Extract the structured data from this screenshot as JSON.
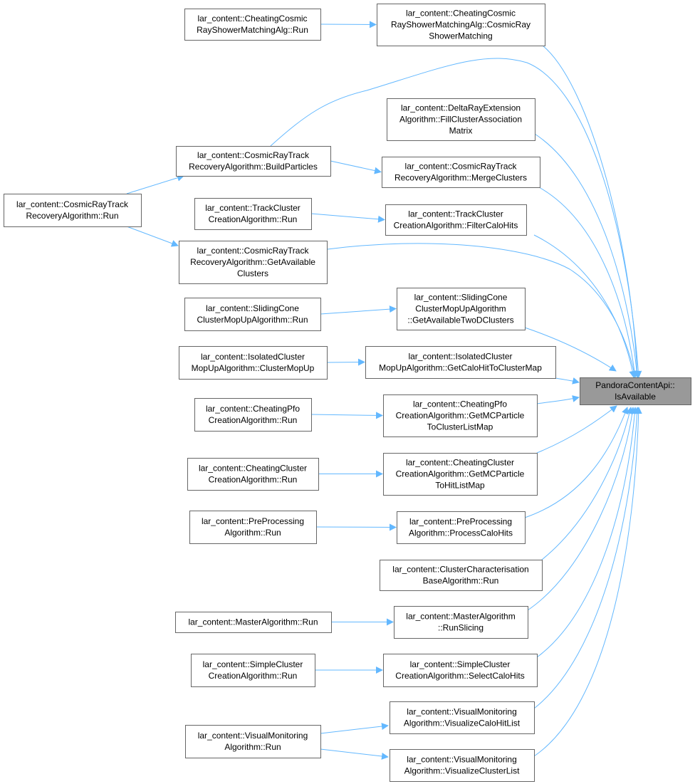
{
  "graph": {
    "colors": {
      "edge": "#63b8ff",
      "node_border": "#666666",
      "node_fill": "#ffffff",
      "target_fill": "#999999",
      "text": "#000000"
    },
    "nodes": [
      {
        "id": "target",
        "lines": [
          "PandoraContentApi::",
          "IsAvailable"
        ],
        "highlight": true
      },
      {
        "id": "cheatCosmicMatching",
        "lines": [
          "lar_content::CheatingCosmic",
          "RayShowerMatchingAlg::CosmicRay",
          "ShowerMatching"
        ]
      },
      {
        "id": "cheatCosmicRun",
        "lines": [
          "lar_content::CheatingCosmic",
          "RayShowerMatchingAlg::Run"
        ]
      },
      {
        "id": "deltaRay",
        "lines": [
          "lar_content::DeltaRayExtension",
          "Algorithm::FillClusterAssociation",
          "Matrix"
        ]
      },
      {
        "id": "crBuild",
        "lines": [
          "lar_content::CosmicRayTrack",
          "RecoveryAlgorithm::BuildParticles"
        ]
      },
      {
        "id": "crMerge",
        "lines": [
          "lar_content::CosmicRayTrack",
          "RecoveryAlgorithm::MergeClusters"
        ]
      },
      {
        "id": "crRun",
        "lines": [
          "lar_content::CosmicRayTrack",
          "RecoveryAlgorithm::Run"
        ]
      },
      {
        "id": "tcRun",
        "lines": [
          "lar_content::TrackCluster",
          "CreationAlgorithm::Run"
        ]
      },
      {
        "id": "tcFilter",
        "lines": [
          "lar_content::TrackCluster",
          "CreationAlgorithm::FilterCaloHits"
        ]
      },
      {
        "id": "crGetAvail",
        "lines": [
          "lar_content::CosmicRayTrack",
          "RecoveryAlgorithm::GetAvailable",
          "Clusters"
        ]
      },
      {
        "id": "scRun",
        "lines": [
          "lar_content::SlidingCone",
          "ClusterMopUpAlgorithm::Run"
        ]
      },
      {
        "id": "scGet",
        "lines": [
          "lar_content::SlidingCone",
          "ClusterMopUpAlgorithm",
          "::GetAvailableTwoDClusters"
        ]
      },
      {
        "id": "icMop",
        "lines": [
          "lar_content::IsolatedCluster",
          "MopUpAlgorithm::ClusterMopUp"
        ]
      },
      {
        "id": "icGet",
        "lines": [
          "lar_content::IsolatedCluster",
          "MopUpAlgorithm::GetCaloHitToClusterMap"
        ]
      },
      {
        "id": "cpRun",
        "lines": [
          "lar_content::CheatingPfo",
          "CreationAlgorithm::Run"
        ]
      },
      {
        "id": "cpGet",
        "lines": [
          "lar_content::CheatingPfo",
          "CreationAlgorithm::GetMCParticle",
          "ToClusterListMap"
        ]
      },
      {
        "id": "ccRun",
        "lines": [
          "lar_content::CheatingCluster",
          "CreationAlgorithm::Run"
        ]
      },
      {
        "id": "ccGet",
        "lines": [
          "lar_content::CheatingCluster",
          "CreationAlgorithm::GetMCParticle",
          "ToHitListMap"
        ]
      },
      {
        "id": "ppRun",
        "lines": [
          "lar_content::PreProcessing",
          "Algorithm::Run"
        ]
      },
      {
        "id": "ppProc",
        "lines": [
          "lar_content::PreProcessing",
          "Algorithm::ProcessCaloHits"
        ]
      },
      {
        "id": "ccbRun",
        "lines": [
          "lar_content::ClusterCharacterisation",
          "BaseAlgorithm::Run"
        ]
      },
      {
        "id": "maRun",
        "lines": [
          "lar_content::MasterAlgorithm::Run"
        ]
      },
      {
        "id": "maSlice",
        "lines": [
          "lar_content::MasterAlgorithm",
          "::RunSlicing"
        ]
      },
      {
        "id": "sccRun",
        "lines": [
          "lar_content::SimpleCluster",
          "CreationAlgorithm::Run"
        ]
      },
      {
        "id": "sccSel",
        "lines": [
          "lar_content::SimpleCluster",
          "CreationAlgorithm::SelectCaloHits"
        ]
      },
      {
        "id": "vmRun",
        "lines": [
          "lar_content::VisualMonitoring",
          "Algorithm::Run"
        ]
      },
      {
        "id": "vmHit",
        "lines": [
          "lar_content::VisualMonitoring",
          "Algorithm::VisualizeCaloHitList"
        ]
      },
      {
        "id": "vmClu",
        "lines": [
          "lar_content::VisualMonitoring",
          "Algorithm::VisualizeClusterList"
        ]
      }
    ],
    "edges": [
      {
        "from": "cheatCosmicRun",
        "to": "cheatCosmicMatching"
      },
      {
        "from": "crRun",
        "to": "crBuild"
      },
      {
        "from": "crRun",
        "to": "crGetAvail"
      },
      {
        "from": "crBuild",
        "to": "crMerge"
      },
      {
        "from": "tcRun",
        "to": "tcFilter"
      },
      {
        "from": "scRun",
        "to": "scGet"
      },
      {
        "from": "icMop",
        "to": "icGet"
      },
      {
        "from": "cpRun",
        "to": "cpGet"
      },
      {
        "from": "ccRun",
        "to": "ccGet"
      },
      {
        "from": "ppRun",
        "to": "ppProc"
      },
      {
        "from": "maRun",
        "to": "maSlice"
      },
      {
        "from": "sccRun",
        "to": "sccSel"
      },
      {
        "from": "vmRun",
        "to": "vmHit"
      },
      {
        "from": "vmRun",
        "to": "vmClu"
      },
      {
        "from": "cheatCosmicMatching",
        "to": "target"
      },
      {
        "from": "crBuild",
        "to": "target"
      },
      {
        "from": "deltaRay",
        "to": "target"
      },
      {
        "from": "crMerge",
        "to": "target"
      },
      {
        "from": "tcFilter",
        "to": "target"
      },
      {
        "from": "crGetAvail",
        "to": "target"
      },
      {
        "from": "scGet",
        "to": "target"
      },
      {
        "from": "icGet",
        "to": "target"
      },
      {
        "from": "cpGet",
        "to": "target"
      },
      {
        "from": "ccGet",
        "to": "target"
      },
      {
        "from": "ppProc",
        "to": "target"
      },
      {
        "from": "ccbRun",
        "to": "target"
      },
      {
        "from": "maSlice",
        "to": "target"
      },
      {
        "from": "sccSel",
        "to": "target"
      },
      {
        "from": "vmHit",
        "to": "target"
      },
      {
        "from": "vmClu",
        "to": "target"
      }
    ]
  }
}
